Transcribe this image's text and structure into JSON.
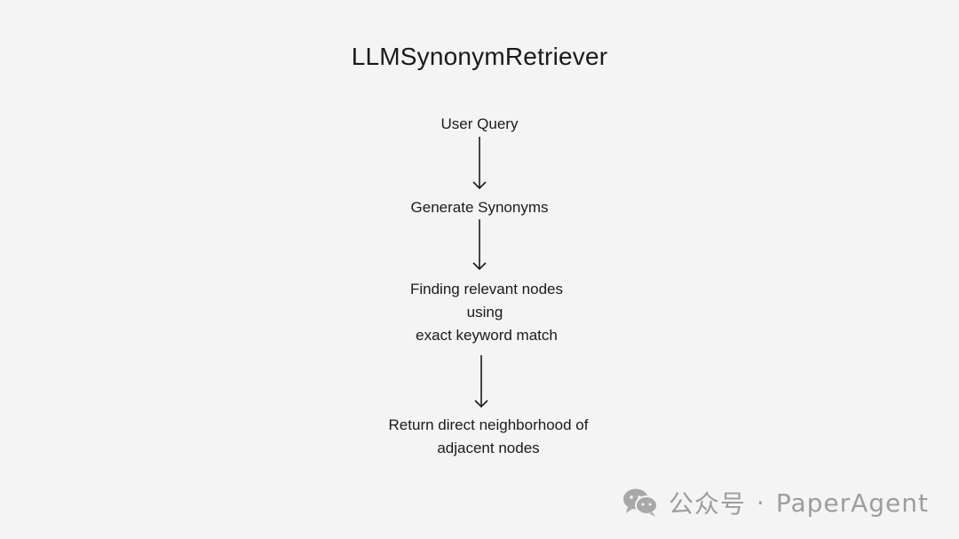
{
  "title": "LLMSynonymRetriever",
  "steps": [
    {
      "lines": [
        "User Query"
      ]
    },
    {
      "lines": [
        "Generate Synonyms"
      ]
    },
    {
      "lines": [
        "Finding relevant nodes",
        "using",
        "exact keyword match"
      ]
    },
    {
      "lines": [
        "Return direct neighborhood of",
        "adjacent nodes"
      ]
    }
  ],
  "watermark": {
    "label": "公众号",
    "separator": "·",
    "name": "PaperAgent",
    "icon": "wechat-icon",
    "color": "#9d9d9d"
  },
  "colors": {
    "background": "#f4f4f4",
    "text": "#1a1a1a",
    "arrow": "#1a1a1a"
  }
}
